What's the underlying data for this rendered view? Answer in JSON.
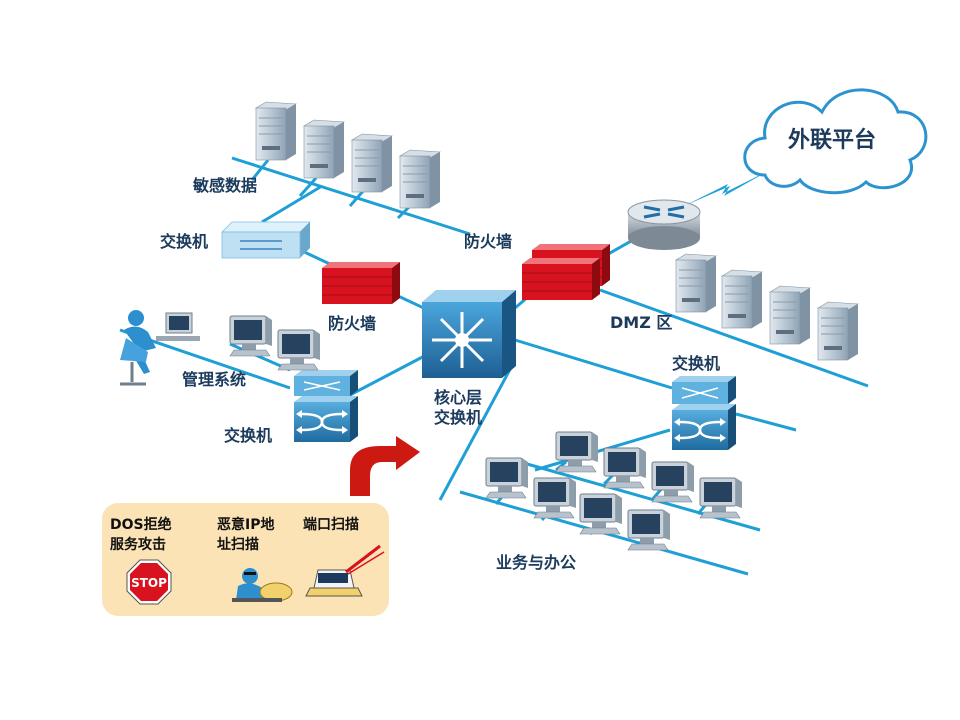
{
  "labels": {
    "cloud": "外联平台",
    "sensitive_data": "敏感数据",
    "switch_top": "交换机",
    "firewall_left": "防火墙",
    "firewall_right": "防火墙",
    "mgmt_system": "管理系统",
    "switch_left": "交换机",
    "core_line1": "核心层",
    "core_line2": "交换机",
    "dmz": "DMZ 区",
    "switch_right": "交换机",
    "business": "业务与办公"
  },
  "threats": {
    "dos_line1": "DOS拒绝",
    "dos_line2": "服务攻击",
    "stop_sign": "STOP",
    "ip_line1": "恶意IP地",
    "ip_line2": "址扫描",
    "port_scan": "端口扫描"
  },
  "colors": {
    "line": "#1e9fd6",
    "firewall": "#d8121e",
    "core": "#2a7fb8",
    "arrow": "#cc1a12",
    "threat_bg": "#fbe3b5"
  }
}
